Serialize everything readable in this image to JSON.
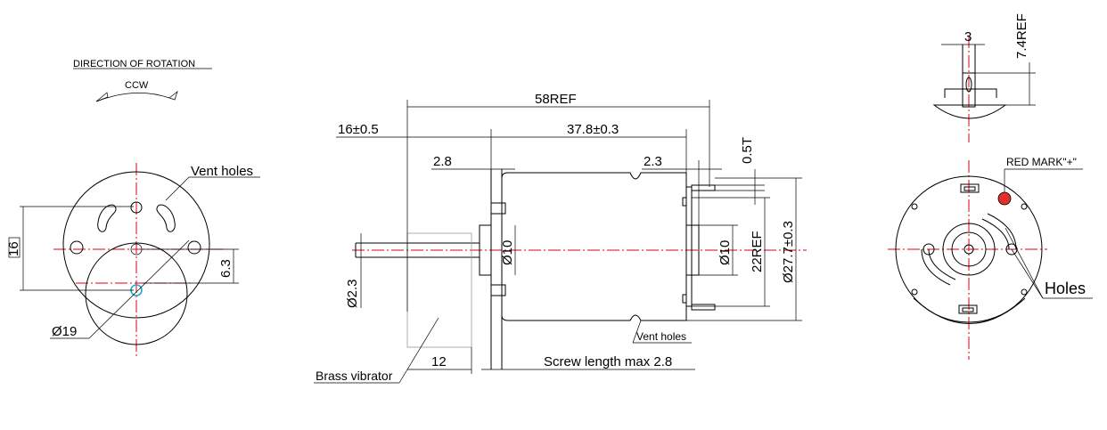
{
  "labels": {
    "direction_of_rotation": "DIRECTION OF ROTATION",
    "ccw": "CCW",
    "vent_holes": "Vent holes",
    "dim_16": "16",
    "dim_6_3": "6.3",
    "dim_dia19": "Ø19",
    "dim_58ref": "58REF",
    "dim_16pm05": "16±0.5",
    "dim_37_8": "37.8±0.3",
    "dim_2_8": "2.8",
    "dim_2_3": "2.3",
    "dim_0_5t": "0.5T",
    "dim_dia10_left": "Ø10",
    "dim_dia10_right": "Ø10",
    "dim_22ref": "22REF",
    "dim_dia27_7": "Ø27.7±0.3",
    "dim_dia2_3": "Ø2.3",
    "dim_12": "12",
    "screw_length": "Screw length max 2.8",
    "brass_vibrator": "Brass vibrator",
    "vent_holes_side": "Vent holes",
    "dim_3": "3",
    "dim_7_4ref": "7.4REF",
    "red_mark": "RED MARK\"+\"",
    "holes": "Holes"
  },
  "colors": {
    "centerline": "#d9001b",
    "red_mark": "#e0302a",
    "hub_circle": "#1ab0c8",
    "outline": "#000000"
  }
}
